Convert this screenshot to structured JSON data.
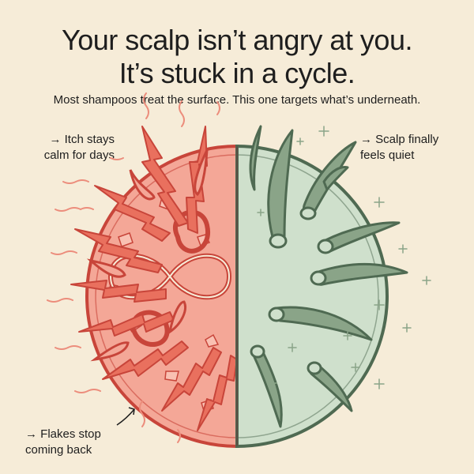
{
  "headline": {
    "line1": "Your scalp isn’t angry at you.",
    "line2": "It’s stuck in a cycle."
  },
  "subheadline": "Most shampoos treat the surface. This one targets what’s underneath.",
  "callouts": {
    "itch": {
      "line1": "→ Itch stays",
      "line2": "calm for days"
    },
    "quiet": {
      "line1": "→ Scalp finally",
      "line2": "feels quiet"
    },
    "flakes": {
      "line1": "→ Flakes stop",
      "line2": "coming back"
    }
  },
  "colors": {
    "background": "#f6ecd8",
    "irritated_fill": "#f4a797",
    "irritated_stroke": "#c8453a",
    "calm_fill": "#cfe0cc",
    "calm_stroke": "#4f6a52",
    "hair_green": "#8aa488",
    "ink": "#1e1e1e"
  }
}
